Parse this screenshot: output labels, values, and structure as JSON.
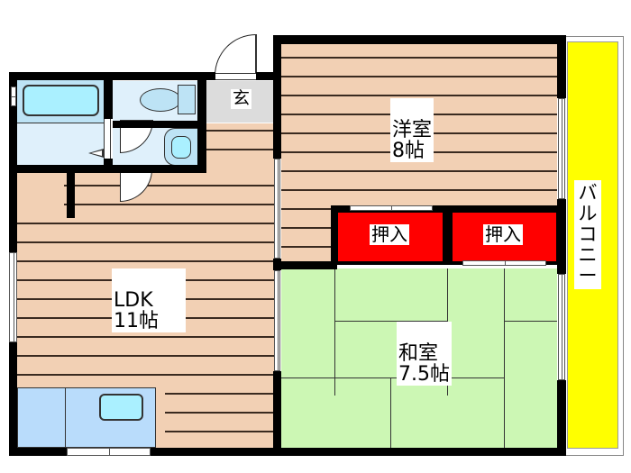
{
  "floorplan": {
    "rooms": {
      "western_room": {
        "name": "洋室",
        "size": "8帖"
      },
      "ldk": {
        "name": "LDK",
        "size": "11帖"
      },
      "japanese_room": {
        "name": "和室",
        "size": "7.5帖"
      },
      "closet_1": {
        "name": "押入"
      },
      "closet_2": {
        "name": "押入"
      },
      "entrance": {
        "name": "玄"
      },
      "balcony": {
        "name": "バルコニー"
      }
    },
    "colors": {
      "wood_floor": "#f2d0b4",
      "tatami": "#ccf7b4",
      "closet": "#ff0000",
      "balcony": "#ffff00",
      "wet_area": "#dff0fb",
      "fixture": "#aaf0ff",
      "entrance": "#dcdcdc",
      "wall": "#000000"
    }
  }
}
